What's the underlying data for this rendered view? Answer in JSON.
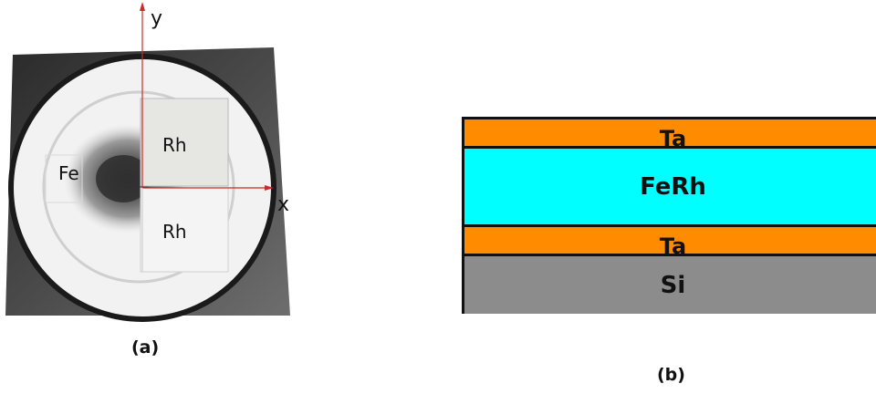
{
  "panel_a": {
    "axis_y_label": "y",
    "axis_x_label": "x",
    "target_fe_label": "Fe",
    "target_rh_top_label": "Rh",
    "target_rh_bottom_label": "Rh",
    "caption": "(a)"
  },
  "panel_b": {
    "layers": [
      {
        "label": "Ta",
        "color": "#ff8c00"
      },
      {
        "label": "FeRh",
        "color": "#00ffff"
      },
      {
        "label": "Ta",
        "color": "#ff8c00"
      },
      {
        "label": "Si",
        "color": "#8c8c8c"
      }
    ],
    "caption": "(b)"
  },
  "colors": {
    "axis": "#cc2b2b",
    "outline": "#111111"
  }
}
